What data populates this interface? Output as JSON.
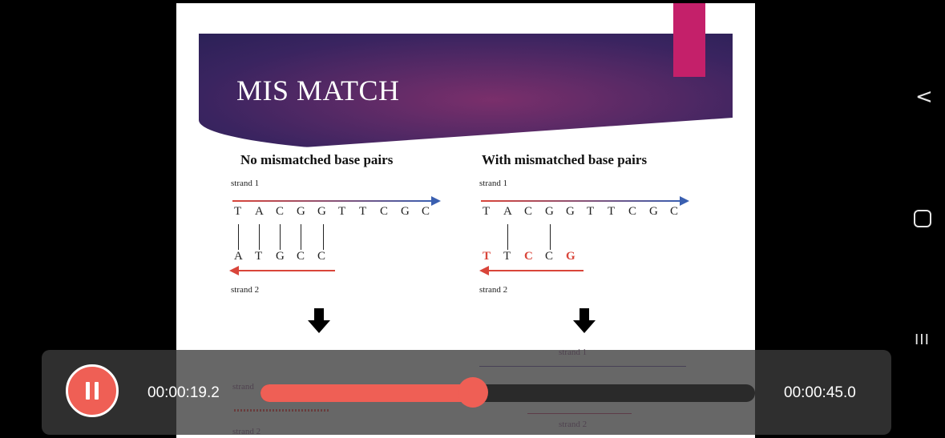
{
  "slide": {
    "title": "MIS MATCH",
    "left_panel": {
      "heading": "No mismatched base pairs",
      "strand1_label": "strand 1",
      "strand2_label": "strand 2",
      "top_letters": [
        "T",
        "A",
        "C",
        "G",
        "G",
        "T",
        "T",
        "C",
        "G",
        "C"
      ],
      "bottom_letters": [
        "A",
        "T",
        "G",
        "C",
        "C"
      ]
    },
    "right_panel": {
      "heading": "With mismatched base pairs",
      "strand1_label": "strand 1",
      "strand2_label": "strand 2",
      "top_letters": [
        "T",
        "A",
        "C",
        "G",
        "G",
        "T",
        "T",
        "C",
        "G",
        "C"
      ],
      "bottom_letters": [
        "T",
        "T",
        "C",
        "C",
        "G"
      ]
    },
    "ghost": {
      "strand1": "strand 1",
      "strand2_right": "strand 2",
      "strand_left_partial": "strand",
      "strand2_left": "strand 2"
    },
    "colors": {
      "accent": "#c4206a",
      "strand1_arrow": "#3a5fb0",
      "strand2_arrow": "#d9453a",
      "mismatch": "#d9453a"
    }
  },
  "player": {
    "elapsed": "00:00:19.2",
    "duration": "00:00:45.0",
    "progress_fraction": 0.43,
    "pause_icon": "pause-icon",
    "accent": "#ef5f55"
  },
  "nav": {
    "back_glyph": "<",
    "home_glyph": "O",
    "recents_glyph": "III"
  }
}
